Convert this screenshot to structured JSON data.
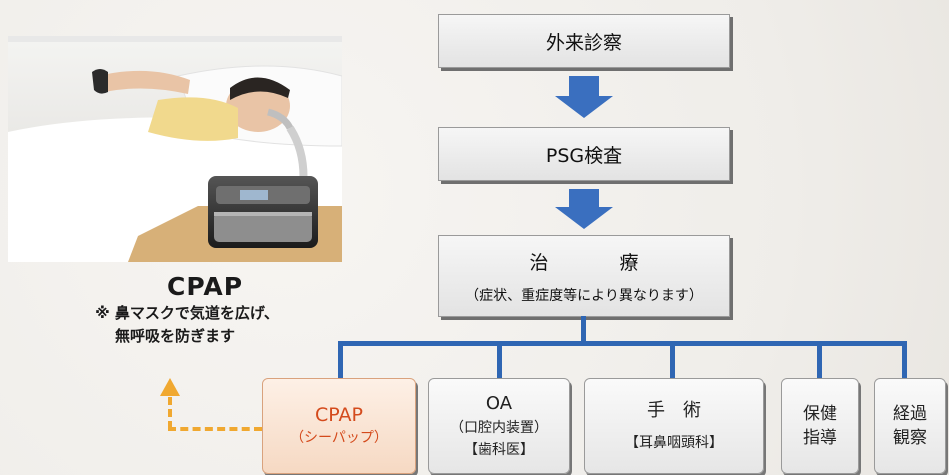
{
  "photo": {
    "caption_title": "CPAP",
    "caption_note_line1": "※ 鼻マスクで気道を広げ、",
    "caption_note_line2": "無呼吸を防ぎます"
  },
  "flow": {
    "outpatient": "外来診察",
    "psg": "PSG検査",
    "treatment_title": "治　療",
    "treatment_sub": "（症状、重症度等により異なります）"
  },
  "options": {
    "cpap_label": "CPAP",
    "cpap_sub": "（シーパップ）",
    "oa_label": "OA",
    "oa_sub": "（口腔内装置）",
    "oa_dept": "【歯科医】",
    "surgery_label": "手　術",
    "surgery_dept": "【耳鼻咽頭科】",
    "guidance_line1": "保健",
    "guidance_line2": "指導",
    "observation_line1": "経過",
    "observation_line2": "観察"
  },
  "colors": {
    "arrow": "#3a6fbf",
    "tree_line": "#2f66b3",
    "cpap_text": "#d44a1c",
    "dashed_arrow": "#f0a830"
  }
}
